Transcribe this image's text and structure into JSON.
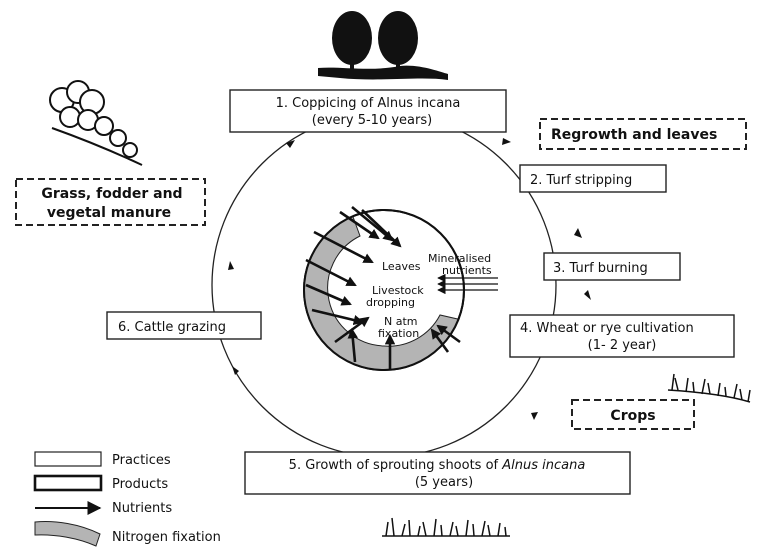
{
  "practices": {
    "step1_line1": "1. Coppicing of Alnus incana",
    "step1_line2": "(every 5-10 years)",
    "step2": "2. Turf stripping",
    "step3": "3. Turf burning",
    "step4_line1": "4. Wheat or rye cultivation",
    "step4_line2": "(1- 2 year)",
    "step5_prefix": "5. Growth of sprouting shoots of ",
    "step5_species": "Alnus incana",
    "step5_line2": "(5 years)",
    "step6": "6. Cattle grazing"
  },
  "products": {
    "regrowth": "Regrowth and leaves",
    "grass_line1": "Grass, fodder and",
    "grass_line2": "vegetal manure",
    "crops": "Crops"
  },
  "center": {
    "leaves": "Leaves",
    "mineralised_line1": "Mineralised",
    "mineralised_line2": "nutrients",
    "livestock_line1": "Livestock",
    "livestock_line2": "dropping",
    "natm_line1": "N atm",
    "natm_line2": "fixation"
  },
  "legend": {
    "practices": "Practices",
    "products": "Products",
    "nutrients": "Nutrients",
    "nitrogen": "Nitrogen fixation"
  },
  "colors": {
    "fixation_band": "#b4b4b4",
    "outline": "#222222"
  },
  "icons": [
    "tree-icon",
    "shrub-icon",
    "grass-tuft-icon"
  ]
}
